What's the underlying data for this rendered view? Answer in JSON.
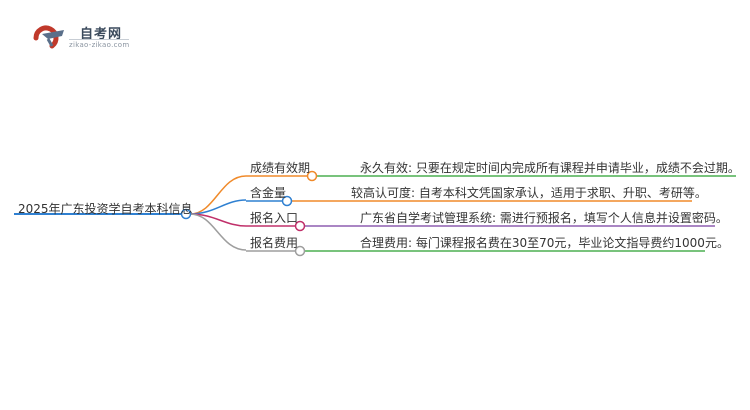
{
  "logo": {
    "name": "自考网",
    "url": "zikao-zikao.com"
  },
  "root": {
    "label": "2025年广东投资学自考本科信息"
  },
  "branches": [
    {
      "label": "成绩有效期",
      "detail": "永久有效: 只要在规定时间内完成所有课程并申请毕业，成绩不会过期。",
      "color": "#f08a2a",
      "lineColor": "#4caf50"
    },
    {
      "label": "含金量",
      "detail": "较高认可度: 自考本科文凭国家承认，适用于求职、升职、考研等。",
      "color": "#2f80d1",
      "lineColor": "#f08a2a"
    },
    {
      "label": "报名入口",
      "detail": "广东省自学考试管理系统: 需进行预报名，填写个人信息并设置密码。",
      "color": "#c0306a",
      "lineColor": "#8e5fb0"
    },
    {
      "label": "报名费用",
      "detail": "合理费用: 每门课程报名费在30至70元，毕业论文指导费约1000元。",
      "color": "#9e9e9e",
      "lineColor": "#4caf50"
    }
  ]
}
